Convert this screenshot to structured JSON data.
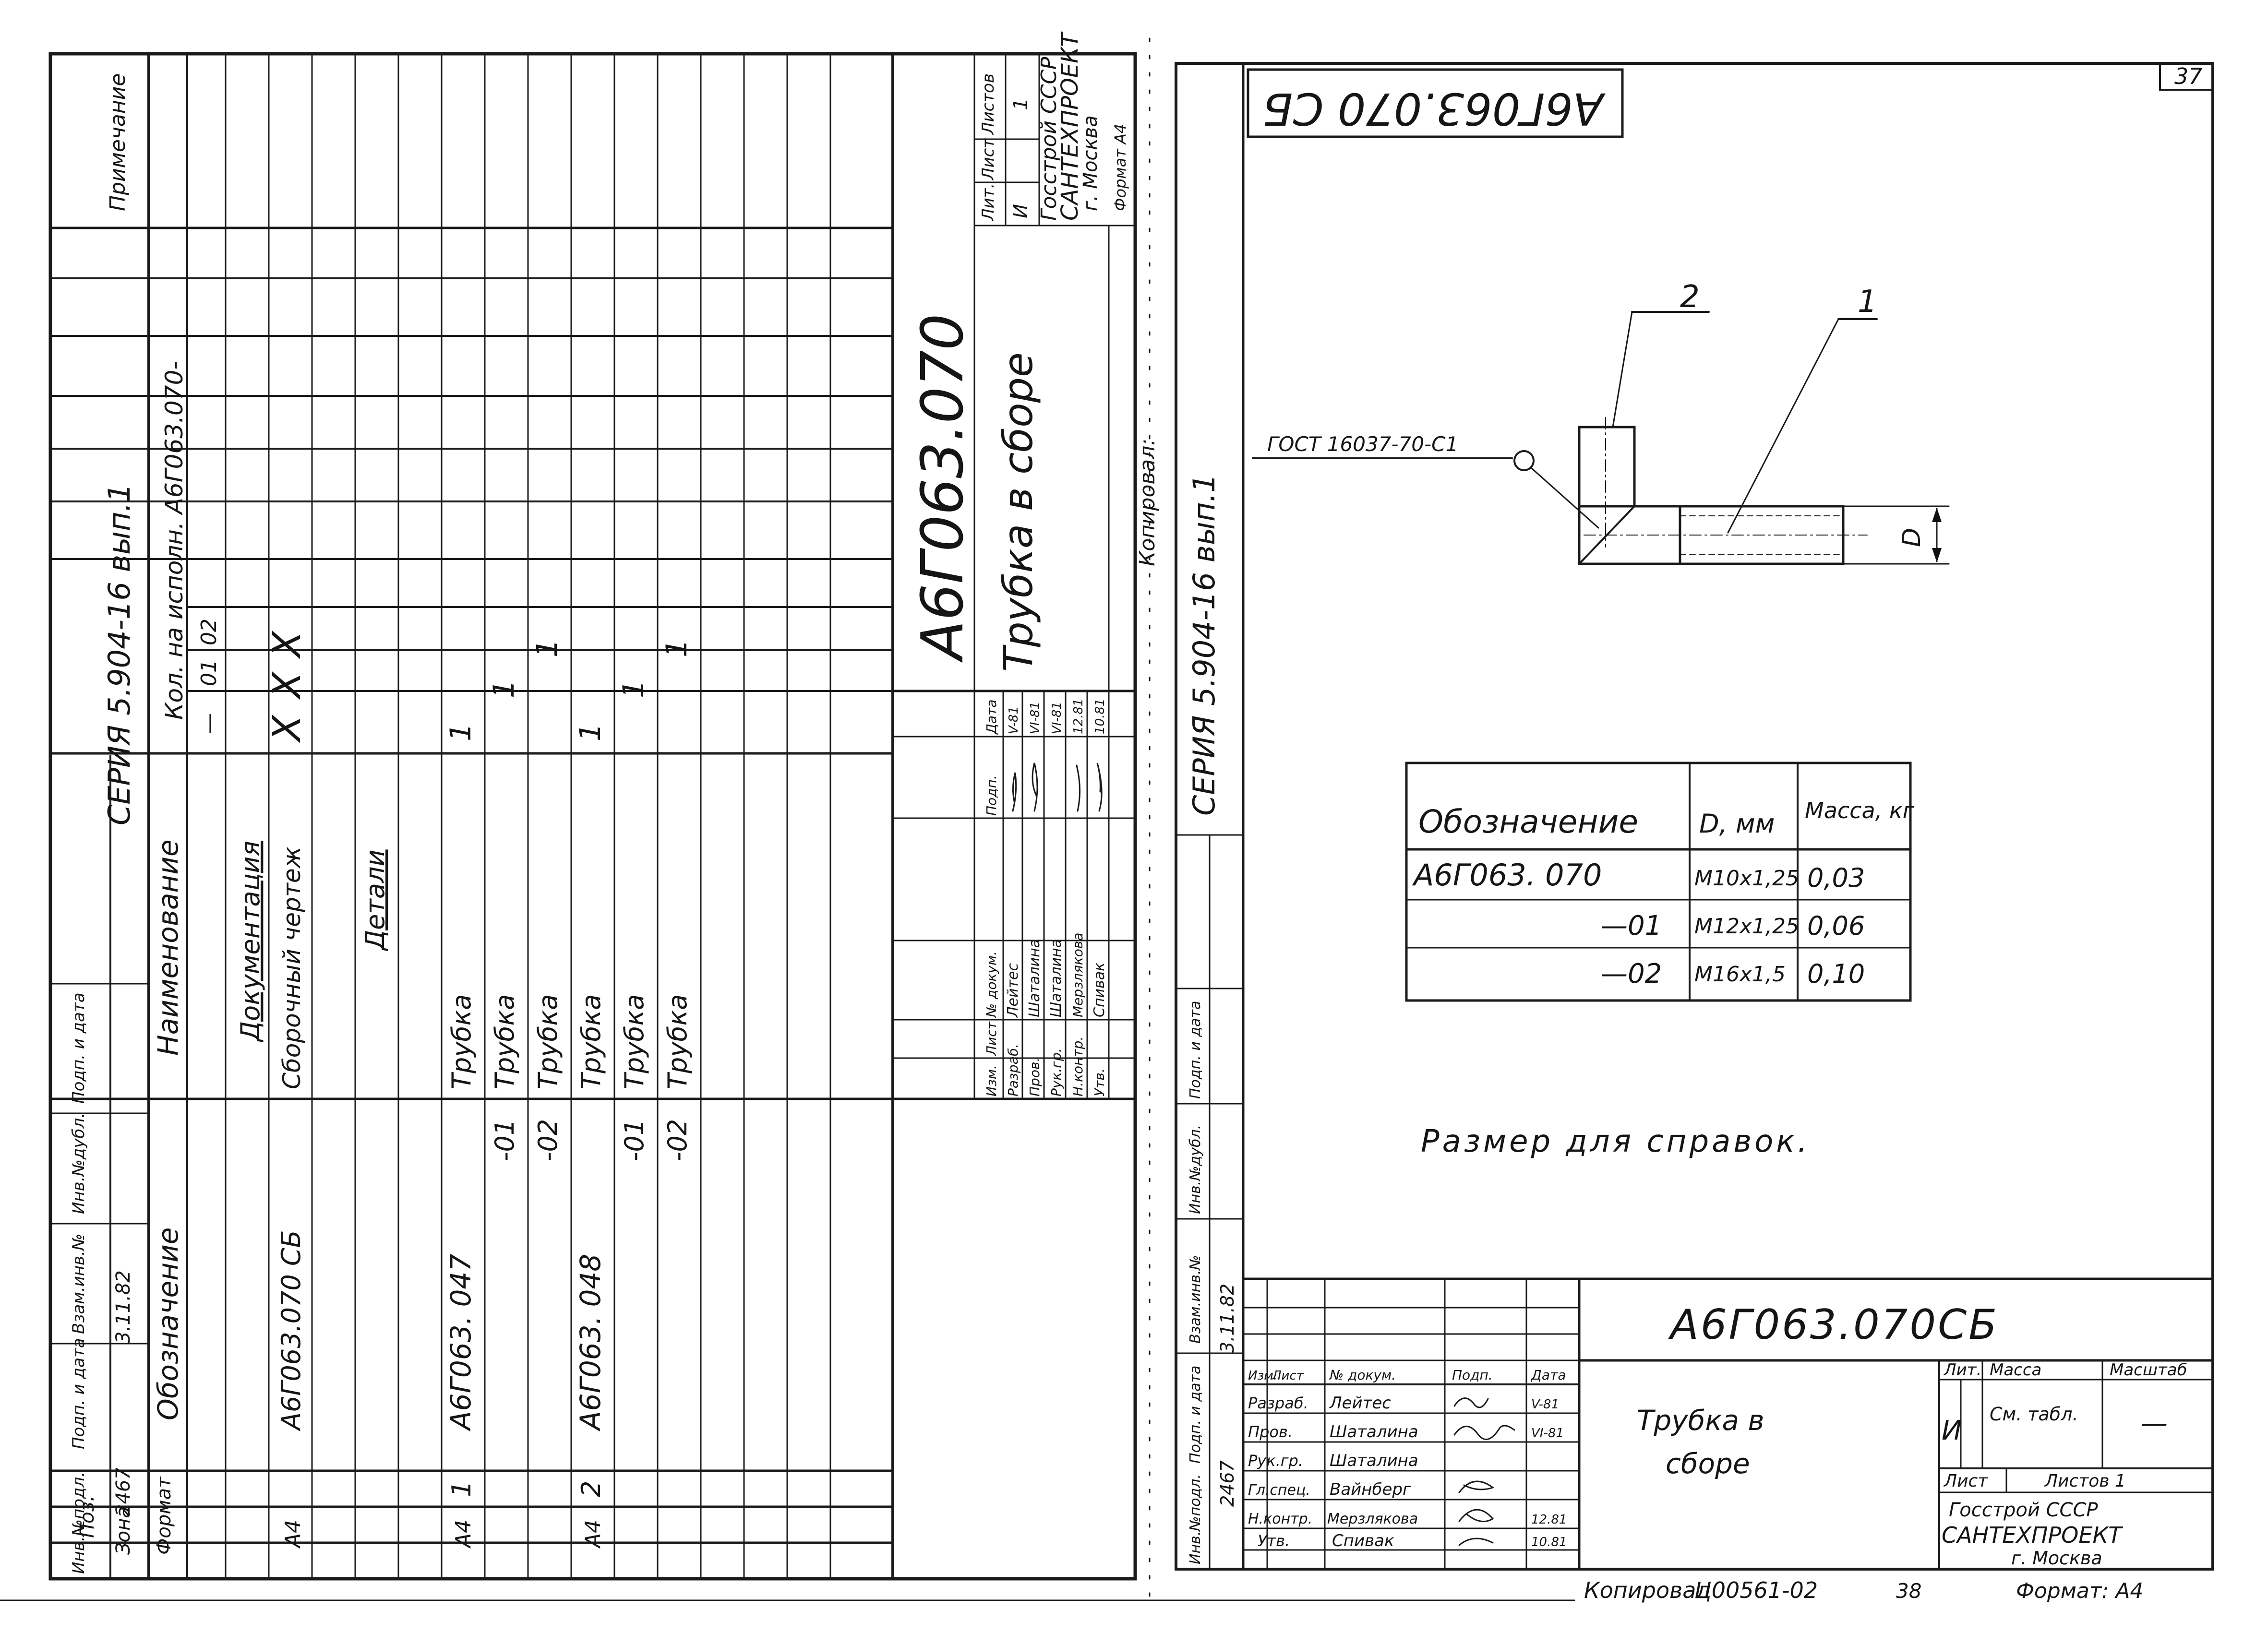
{
  "left_sheet": {
    "series": "СЕРИЯ 5.904-16 вып.1",
    "headers": {
      "format": "Формат",
      "zone": "Зона",
      "pos": "Поз.",
      "designation": "Обозначение",
      "name": "Наименование",
      "qty": "Кол. на исполн. А6Г063.070-",
      "note": "Примечание",
      "exec": [
        "—",
        "01",
        "02"
      ]
    },
    "rows": [
      {
        "format": "",
        "pos": "",
        "designation": "",
        "name": "Документация",
        "q": [
          "",
          "",
          ""
        ]
      },
      {
        "format": "А4",
        "pos": "",
        "designation": "А6Г063.070 СБ",
        "name": "Сборочный чертеж",
        "q": [
          "X",
          "X",
          "X"
        ]
      },
      {
        "format": "",
        "pos": "",
        "designation": "",
        "name": "Детали",
        "q": [
          "",
          "",
          ""
        ]
      },
      {
        "format": "А4",
        "pos": "1",
        "designation": "А6Г063. 047",
        "name": "Трубка",
        "q": [
          "1",
          "",
          ""
        ]
      },
      {
        "format": "",
        "pos": "",
        "designation": "-01",
        "name": "Трубка",
        "q": [
          "",
          "1",
          ""
        ]
      },
      {
        "format": "",
        "pos": "",
        "designation": "-02",
        "name": "Трубка",
        "q": [
          "",
          "",
          "1"
        ]
      },
      {
        "format": "А4",
        "pos": "2",
        "designation": "А6Г063. 048",
        "name": "Трубка",
        "q": [
          "1",
          "",
          ""
        ]
      },
      {
        "format": "",
        "pos": "",
        "designation": "-01",
        "name": "Трубка",
        "q": [
          "",
          "1",
          ""
        ]
      },
      {
        "format": "",
        "pos": "",
        "designation": "-02",
        "name": "Трубка",
        "q": [
          "",
          "",
          "1"
        ]
      }
    ],
    "side_strip": {
      "inv": "Инв.№подл.",
      "sign_date": "Подп. и дата",
      "replace": "Взам.инв.№",
      "dup": "Инв.№дубл.",
      "sign_date2": "Подп. и дата",
      "inv_value": "2467",
      "date_value": "3.11.82"
    },
    "title_block": {
      "code": "А6Г063.070",
      "title": "Трубка в сборе",
      "org1": "Госстрой СССР",
      "org2": "САНТЕХПРОЕКТ",
      "city": "г. Москва",
      "format": "Формат А4",
      "lit": "Лит.",
      "sheet": "Лист",
      "sheets": "Листов",
      "lit_val": "И",
      "sheets_val": "1",
      "roles": [
        "Разраб.",
        "Пров.",
        "Рук.гр.",
        "Н.контр.",
        "Утв."
      ],
      "people": [
        "Лейтес",
        "Шаталина",
        "Шаталина",
        "Мерзлякова",
        "Спивак"
      ],
      "dates": [
        "V-81",
        "VI-81",
        "VI-81",
        "12.81",
        "10.81"
      ],
      "col_heads": [
        "Изм.",
        "Лист",
        "№ докум.",
        "Подп.",
        "Дата"
      ]
    },
    "copied": "Копировал:"
  },
  "right_sheet": {
    "series": "СЕРИЯ 5.904-16 вып.1",
    "page_number": "37",
    "stamp": "А6Г063.070 СБ",
    "gost": "ГОСТ 16037-70-С1",
    "callouts": [
      "2",
      "1"
    ],
    "dim": "D",
    "table": {
      "headers": [
        "Обозначение",
        "D, мм",
        "Масса, кг"
      ],
      "rows": [
        [
          "А6Г063. 070",
          "М10х1,25",
          "0,03"
        ],
        [
          "—01",
          "М12х1,25",
          "0,06"
        ],
        [
          "—02",
          "М16х1,5",
          "0,10"
        ]
      ]
    },
    "note": "Размер для справок.",
    "title_block": {
      "code": "А6Г063.070СБ",
      "title1": "Трубка в",
      "title2": "сборе",
      "lit": "Лит.",
      "mass": "Масса",
      "scale": "Масштаб",
      "lit_val": "И",
      "mass_val": "См. табл.",
      "scale_val": "—",
      "sheet": "Лист",
      "sheets": "Листов 1",
      "org1": "Госстрой СССР",
      "org2": "САНТЕХПРОЕКТ",
      "city": "г. Москва",
      "col_heads": [
        "Изм.",
        "Лист",
        "№ докум.",
        "Подп.",
        "Дата"
      ],
      "roles": [
        "Разраб.",
        "Пров.",
        "Рук.гр.",
        "Гл.спец.",
        "Н.контр.",
        "Утв."
      ],
      "people": [
        "Лейтес",
        "Шаталина",
        "Шаталина",
        "Вайнберг",
        "Мерзлякова",
        "Спивак"
      ],
      "dates": [
        "V-81",
        "VI-81",
        "",
        "",
        "12.81",
        "10.81"
      ]
    },
    "footer": {
      "copied": "Копировал",
      "order": "Ц00561-02",
      "page": "38",
      "format": "Формат: А4"
    }
  }
}
